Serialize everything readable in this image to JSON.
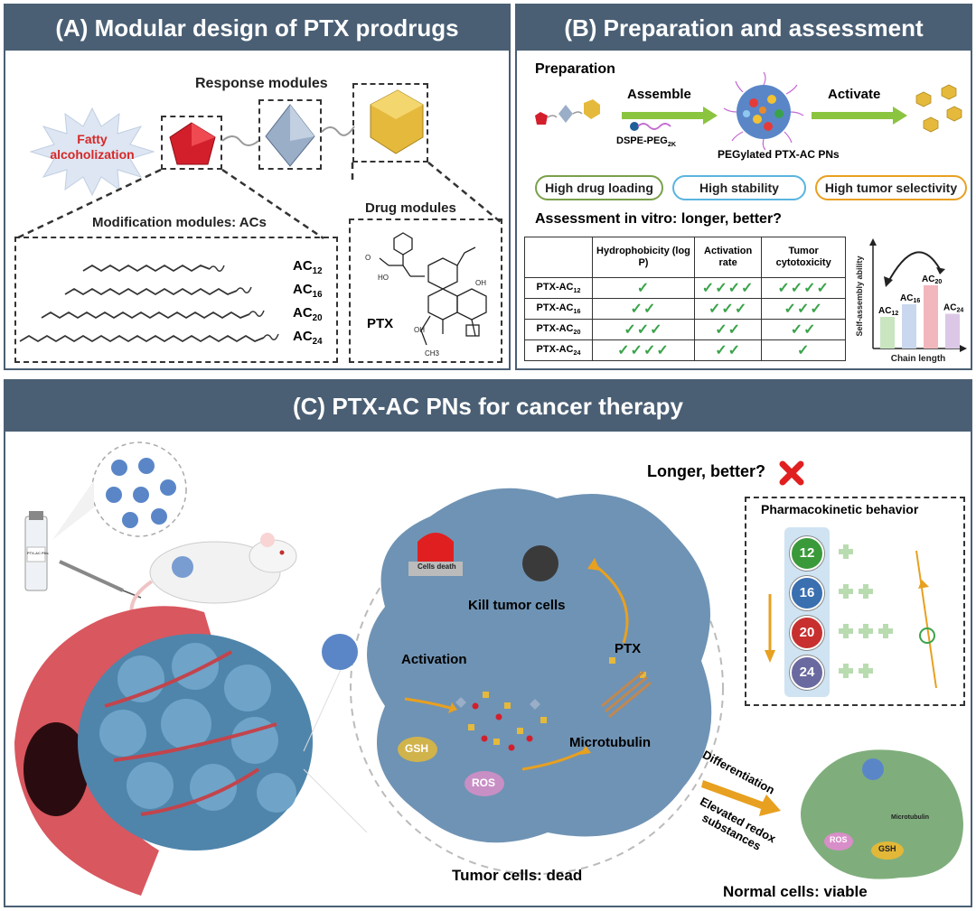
{
  "panelA": {
    "title": "(A) Modular design of PTX prodrugs",
    "fatty_label": "Fatty alcoholization",
    "response_label": "Response modules",
    "modification_label": "Modification modules: ACs",
    "drug_label": "Drug modules",
    "ptx_label": "PTX",
    "chains": [
      "AC",
      "AC",
      "AC",
      "AC"
    ],
    "chain_subs": [
      "12",
      "16",
      "20",
      "24"
    ]
  },
  "panelB": {
    "title": "(B) Preparation and assessment",
    "preparation_label": "Preparation",
    "assemble_label": "Assemble",
    "dspe_label": "DSPE-PEG",
    "dspe_sub": "2K",
    "activate_label": "Activate",
    "pn_label": "PEGylated PTX-AC PNs",
    "pills": [
      "High drug loading",
      "High stability",
      "High tumor selectivity"
    ],
    "pill_colors": [
      "#7aa04a",
      "#5ab4e0",
      "#e8a020"
    ],
    "assessment_label": "Assessment in vitro: longer, better?",
    "table": {
      "headers": [
        "Hydrophobicity (log P)",
        "Activation rate",
        "Tumor cytotoxicity"
      ],
      "rows": [
        {
          "name": "PTX-AC",
          "sub": "12",
          "cells": [
            "✓",
            "✓✓✓✓",
            "✓✓✓✓"
          ]
        },
        {
          "name": "PTX-AC",
          "sub": "16",
          "cells": [
            "✓✓",
            "✓✓✓",
            "✓✓✓"
          ]
        },
        {
          "name": "PTX-AC",
          "sub": "20",
          "cells": [
            "✓✓✓",
            "✓✓",
            "✓✓"
          ]
        },
        {
          "name": "PTX-AC",
          "sub": "24",
          "cells": [
            "✓✓✓✓",
            "✓✓",
            "✓"
          ]
        }
      ]
    },
    "mini_chart": {
      "ylabel": "Self-assembly ability",
      "xlabel": "Chain length",
      "bars": [
        {
          "name": "AC",
          "sub": "12",
          "value": 2,
          "color": "#c9e6c0"
        },
        {
          "name": "AC",
          "sub": "16",
          "value": 2.8,
          "color": "#c9d8ee"
        },
        {
          "name": "AC",
          "sub": "20",
          "value": 4,
          "color": "#f2b6bd"
        },
        {
          "name": "AC",
          "sub": "24",
          "value": 2.2,
          "color": "#dcc8e6"
        }
      ]
    }
  },
  "panelC": {
    "title": "(C) PTX-AC PNs for cancer therapy",
    "vial_label": "PTX-AC PNs",
    "cells_death_label": "Cells death",
    "kill_label": "Kill tumor cells",
    "activation_label": "Activation",
    "ptx_label": "PTX",
    "microtubulin_label": "Microtubulin",
    "gsh_label": "GSH",
    "ros_label": "ROS",
    "tumor_dead_label": "Tumor cells: dead",
    "longer_label": "Longer, better?",
    "pk_label": "Pharmacokinetic behavior",
    "pk_balls": [
      "12",
      "16",
      "20",
      "24"
    ],
    "pk_colors": [
      "#3a9a3a",
      "#3a6fb0",
      "#c83030",
      "#6a6aa0"
    ],
    "pk_cross_counts": [
      1,
      2,
      3,
      2
    ],
    "differentiation_label": "Differentiation",
    "elevated_label": "Elevated redox substances",
    "normal_ros": "ROS",
    "normal_gsh": "GSH",
    "normal_micro": "Microtubulin",
    "normal_viable_label": "Normal cells: viable"
  }
}
